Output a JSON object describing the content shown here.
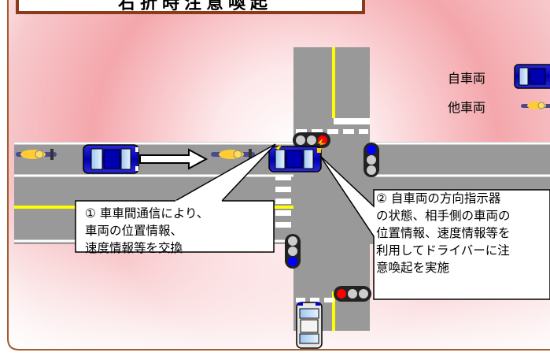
{
  "title": {
    "text": "右折時注意喚起"
  },
  "legend": {
    "own_label": "自車両",
    "other_label": "他車両"
  },
  "callout_left": {
    "lines": [
      "①  車車間通信により、",
      "車両の位置情報、",
      "速度情報等を交換"
    ]
  },
  "callout_right": {
    "lines": [
      "②  自車両の方向指示器",
      "の状態、相手側の車両の",
      "位置情報、速度情報等を",
      "利用してドライバーに注",
      "意喚起を実施"
    ]
  },
  "colors": {
    "background_glow": "#f4a3a8",
    "frame": "#a05a2c",
    "road": "#999999",
    "center_line": "#ffff00",
    "lane_line": "#ffffff",
    "car_body": "#0000cc",
    "signal_red": "#ff0000",
    "signal_blue": "#0000ff",
    "motorbike": "#ffcc33"
  },
  "icons": [
    "own-car-icon",
    "other-motorbike-icon",
    "traffic-light-icon",
    "arrow-right-icon"
  ]
}
